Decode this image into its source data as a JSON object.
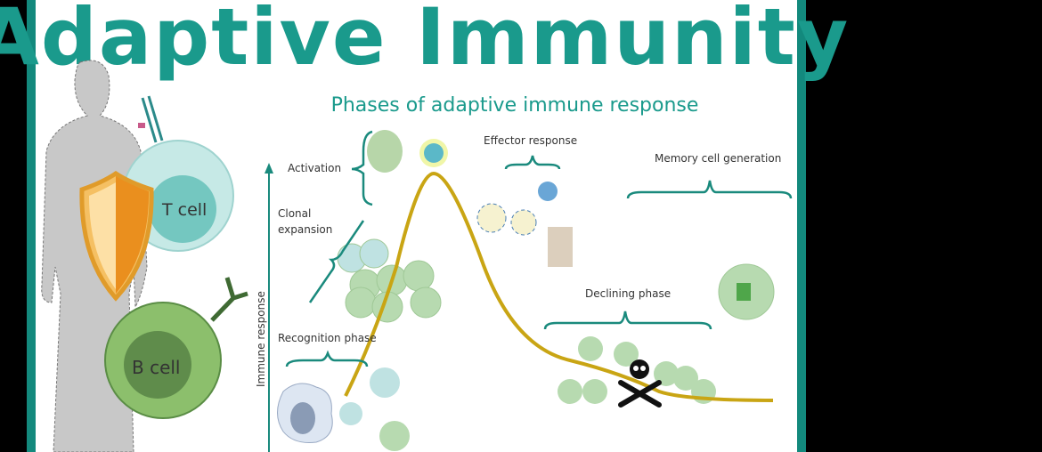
{
  "title": "Adaptive Immunity",
  "subtitle": "Phases of  adaptive immune response",
  "y_axis_label": "Immune response",
  "cells": {
    "t_cell": "T cell",
    "b_cell": "B cell"
  },
  "phases": {
    "activation": "Activation",
    "clonal_expansion_1": "Clonal",
    "clonal_expansion_2": "expansion",
    "recognition": "Recognition phase",
    "effector": "Effector response",
    "memory": "Memory cell generation",
    "declining": "Declining phase"
  },
  "colors": {
    "teal": "#1a9a8c",
    "border": "#13897d",
    "curve": "#c9a514",
    "t_cell": "#b9e3e0",
    "b_cell": "#8cbf6c",
    "shield": "#f2a531"
  },
  "icons": [
    "human-silhouette-icon",
    "shield-icon",
    "skull-crossbones-icon",
    "antibody-icon"
  ]
}
